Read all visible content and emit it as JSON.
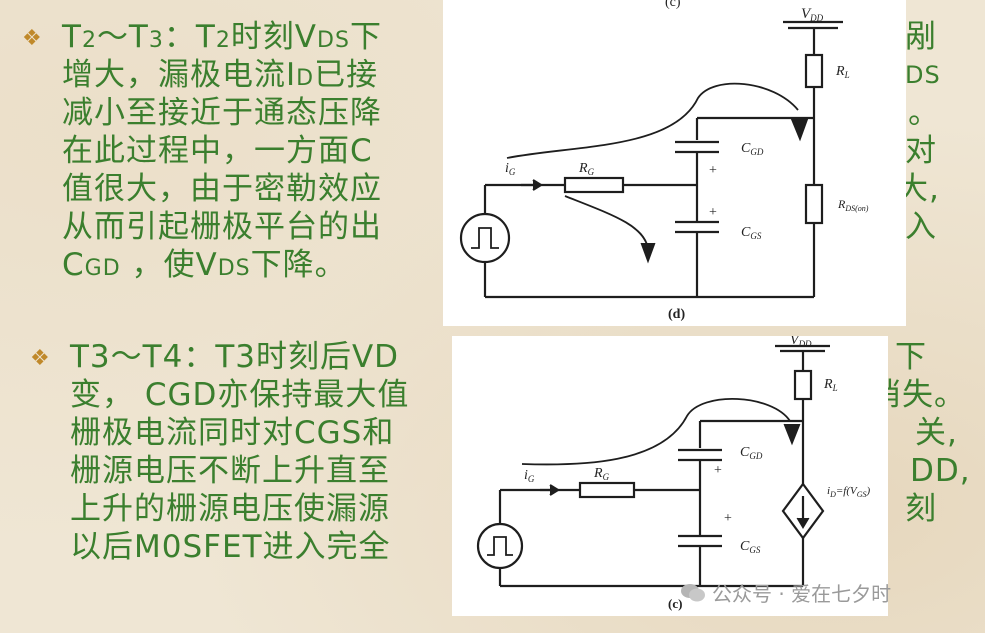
{
  "para1": {
    "bullet": "❖",
    "lines": [
      [
        "T",
        "2",
        "～T",
        "3",
        "：T",
        "2",
        "时刻V",
        "DS",
        "下"
      ],
      "增大，漏极电流I",
      "减小至接近于通态压降",
      "在此过程中，一方面C",
      "值很大，由于密勒效应",
      "从而引起栅极平台的出",
      "C"
    ],
    "line2_sub": "D",
    "line2_tail": "已接",
    "line7_sub": "GD",
    "line7_mid": " ，使V",
    "line7_sub2": "DS",
    "line7_tail": "下降。",
    "right_frags": [
      "剐",
      "DS",
      ")。",
      "对",
      "大,",
      "入"
    ]
  },
  "para2": {
    "bullet": "❖",
    "lines": [
      "T3～T4：T3时刻后VD",
      "变， CGD亦保持最大值",
      "栅极电流同时对CGS和",
      "栅源电压不断上升直至",
      "上升的栅源电压使漏源",
      "以后M0SFET进入完全"
    ],
    "right_frags": [
      "下",
      "消失。",
      "关,",
      "DD,",
      "刻"
    ]
  },
  "fig_d": {
    "top_label": "(c)",
    "vdd": "V",
    "vdd_sub": "DD",
    "rl": "R",
    "rl_sub": "L",
    "cgd": "C",
    "cgd_sub": "GD",
    "cgs": "C",
    "cgs_sub": "GS",
    "rg": "R",
    "rg_sub": "G",
    "ig": "i",
    "ig_sub": "G",
    "rds": "R",
    "rds_sub": "DS(on)",
    "plus": "+",
    "caption": "(d)"
  },
  "fig_c": {
    "vdd": "V",
    "vdd_sub": "DD",
    "rl": "R",
    "rl_sub": "L",
    "cgd": "C",
    "cgd_sub": "GD",
    "cgs": "C",
    "cgs_sub": "GS",
    "rg": "R",
    "rg_sub": "G",
    "ig": "i",
    "ig_sub": "G",
    "id_label": "i",
    "id_sub": "D",
    "id_rest": "=f(V",
    "id_sub2": "GS",
    "id_close": ")",
    "plus": "+",
    "caption": "(c)"
  },
  "watermark": "公众号 · 爱在七夕时"
}
